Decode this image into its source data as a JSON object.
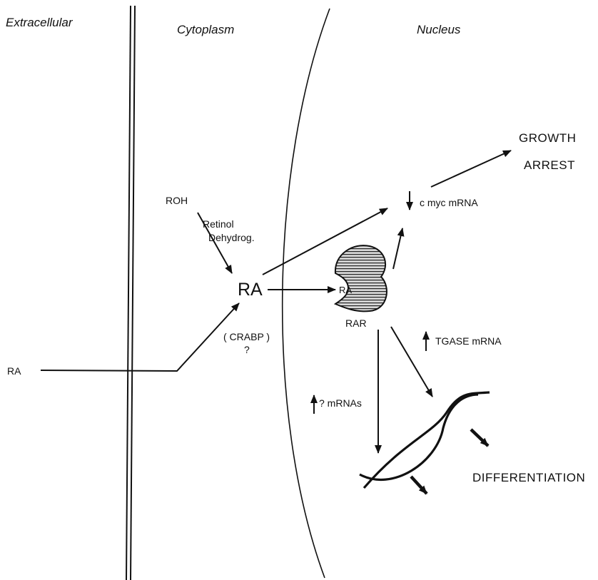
{
  "regions": {
    "extracellular": "Extracellular",
    "cytoplasm": "Cytoplasm",
    "nucleus": "Nucleus"
  },
  "labels": {
    "roh": "ROH",
    "retinol_line1": "Retinol",
    "retinol_line2": "Dehydrog.",
    "ra_center": "RA",
    "ra_receptor_bound": "RA",
    "rar": "RAR",
    "crabp": "( CRABP )",
    "question": "?",
    "ra_extracellular": "RA",
    "cmyc": "c myc mRNA",
    "growth": "GROWTH",
    "arrest": "ARREST",
    "tgase": "TGASE mRNA",
    "mrnas": "? mRNAs",
    "differentiation": "DIFFERENTIATION"
  }
}
